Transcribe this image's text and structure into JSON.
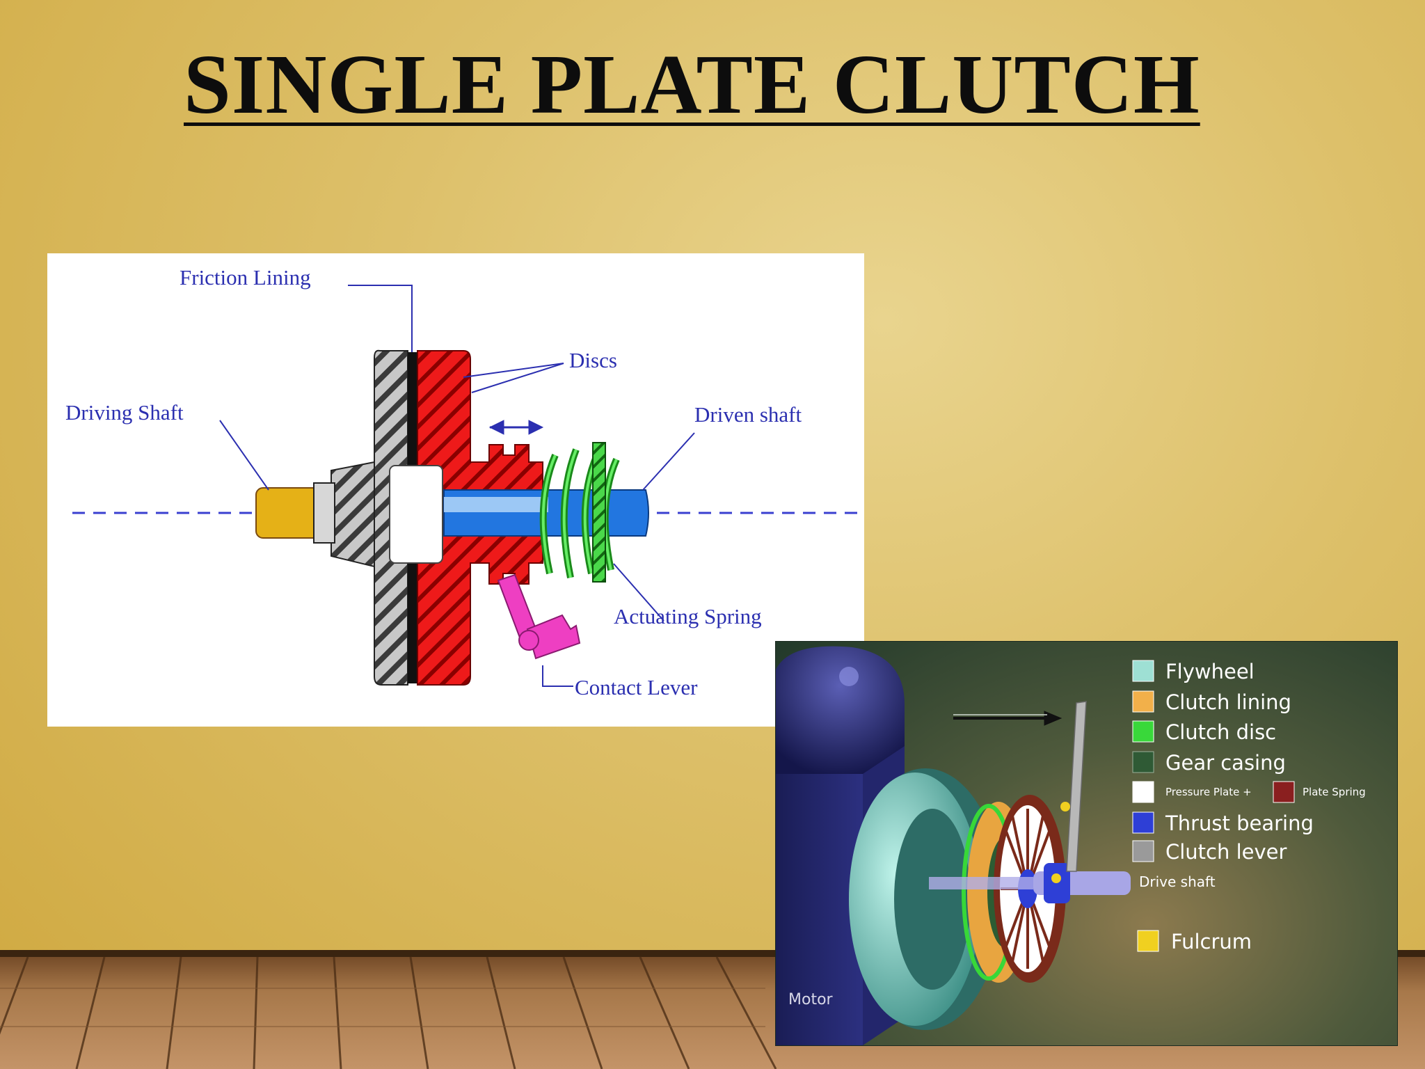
{
  "slide": {
    "title": "SINGLE PLATE CLUTCH"
  },
  "diagram_left": {
    "labels": {
      "friction_lining": "Friction Lining",
      "discs": "Discs",
      "driving_shaft": "Driving Shaft",
      "driven_shaft": "Driven shaft",
      "actuating_spring": "Actuating Spring",
      "contact_lever": "Contact Lever"
    }
  },
  "diagram_right": {
    "legend": [
      {
        "label": "Flywheel",
        "color": "#9ee0d4"
      },
      {
        "label": "Clutch lining",
        "color": "#f2b04a"
      },
      {
        "label": "Clutch disc",
        "color": "#39d83a"
      },
      {
        "label": "Gear casing",
        "color": "#2f5a35"
      },
      {
        "label": "Pressure Plate +",
        "color": "#ffffff"
      },
      {
        "label": "Plate Spring",
        "color": "#8a1f1f"
      },
      {
        "label": "Thrust bearing",
        "color": "#2e3fd6"
      },
      {
        "label": "Clutch lever",
        "color": "#9a9a9a"
      },
      {
        "label": "Fulcrum",
        "color": "#f0d020"
      }
    ],
    "drive_shaft": "Drive shaft",
    "motor": "Motor"
  },
  "colors": {
    "background": "#ddc06a",
    "title": "#0d0d0d",
    "label_blue": "#2b2fb0"
  }
}
